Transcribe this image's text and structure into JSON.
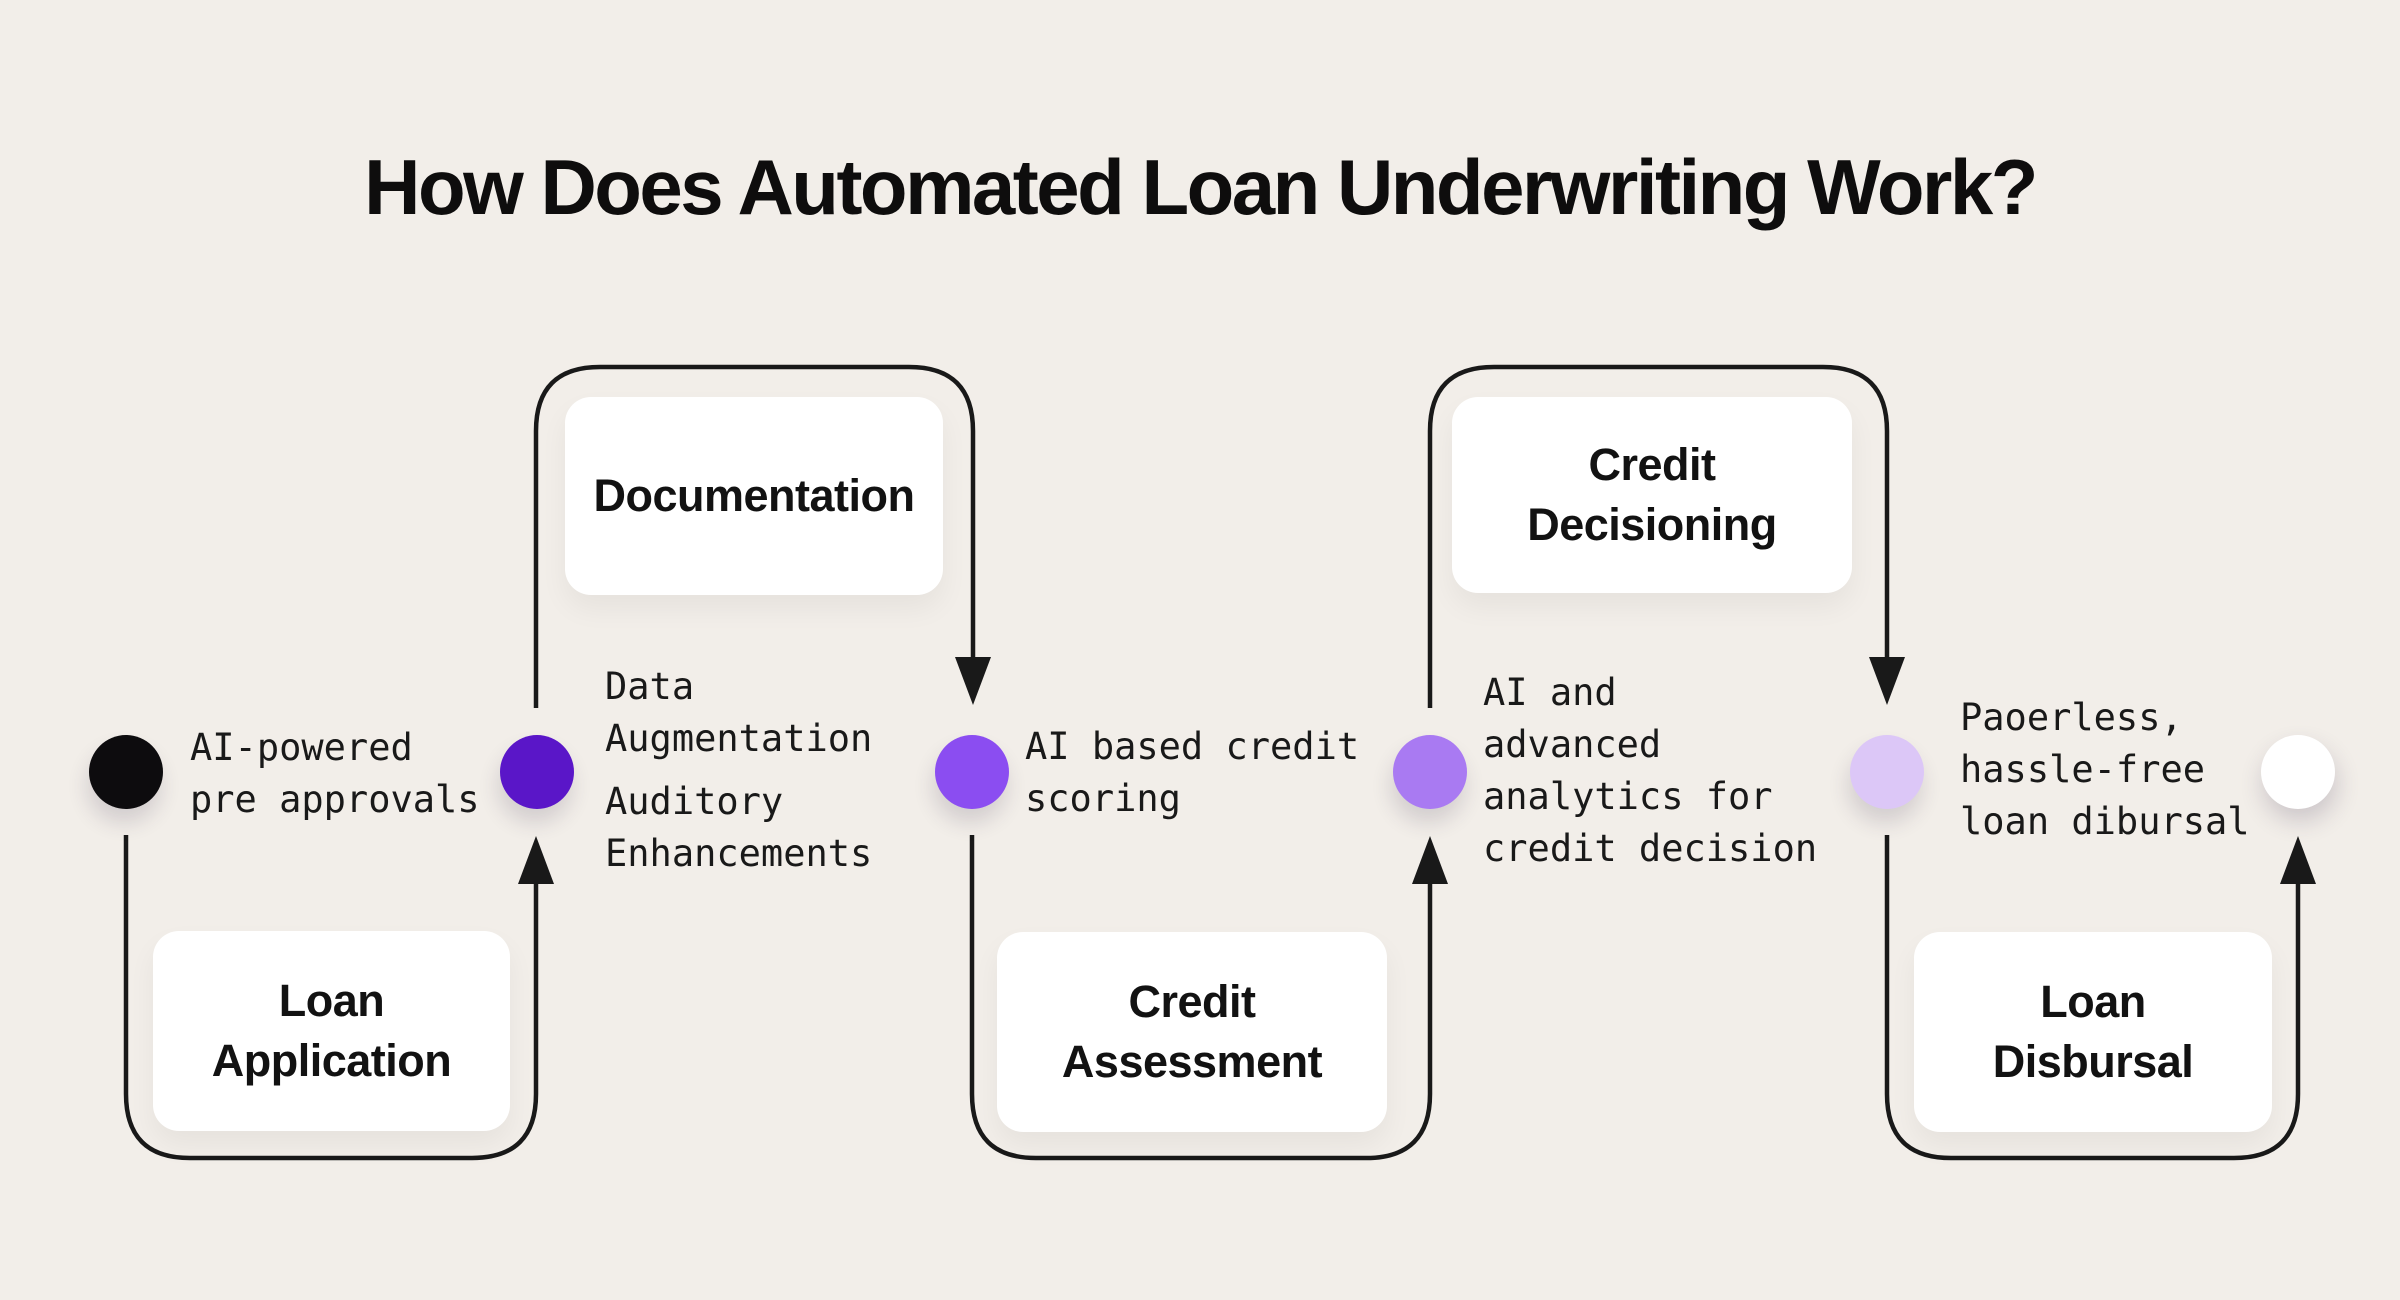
{
  "title": "How Does Automated Loan Underwriting Work?",
  "palette": {
    "background": "#f2eee9",
    "line": "#191919",
    "text": "#191919",
    "card_background": "#ffffff"
  },
  "dots": [
    {
      "id": "start",
      "color": "#0d0c0e"
    },
    {
      "id": "documentation",
      "color": "#5a16c8"
    },
    {
      "id": "credit-assessment",
      "color": "#8b4df1"
    },
    {
      "id": "credit-decisioning",
      "color": "#a97af2"
    },
    {
      "id": "loan-disbursal",
      "color": "#dcc7f7"
    },
    {
      "id": "end",
      "color": "#ffffff"
    }
  ],
  "notes": [
    {
      "text": "AI-powered\npre approvals"
    },
    {
      "text": "Data\nAugmentation"
    },
    {
      "text": "Auditory\nEnhancements"
    },
    {
      "text": "AI based credit\nscoring"
    },
    {
      "text": "AI and\nadvanced\nanalytics for\ncredit decision"
    },
    {
      "text": "Paoerless,\nhassle-free\nloan dibursal"
    }
  ],
  "stages": [
    {
      "label": "Loan\nApplication"
    },
    {
      "label": "Documentation"
    },
    {
      "label": "Credit\nAssessment"
    },
    {
      "label": "Credit\nDecisioning"
    },
    {
      "label": "Loan\nDisbursal"
    }
  ]
}
